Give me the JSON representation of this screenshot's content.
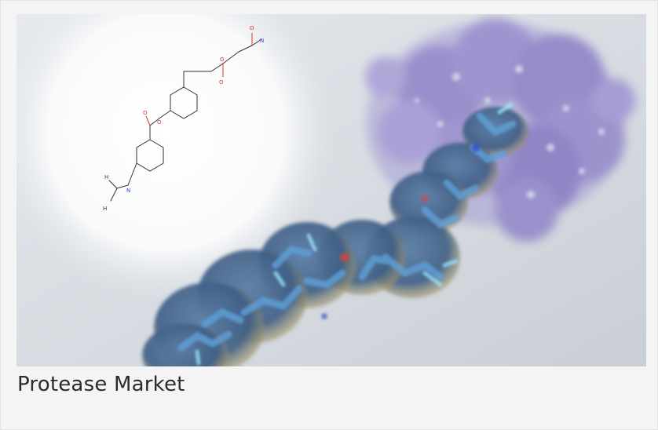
{
  "card": {
    "title": "Protease Market",
    "image_icon": "molecule-illustration-icon",
    "structure_atom_labels": {
      "oxygen": "O",
      "nitrogen": "N",
      "hydrogen": "H"
    }
  },
  "colors": {
    "card_background": "#f4f4f4",
    "image_background": "#d6dbe0",
    "title_text": "#2b2b2b",
    "molecule_surface": "#4a6f96",
    "protein_cluster": "#8f82c9",
    "oxygen_atom": "#e03030",
    "nitrogen_atom": "#3344dd"
  }
}
